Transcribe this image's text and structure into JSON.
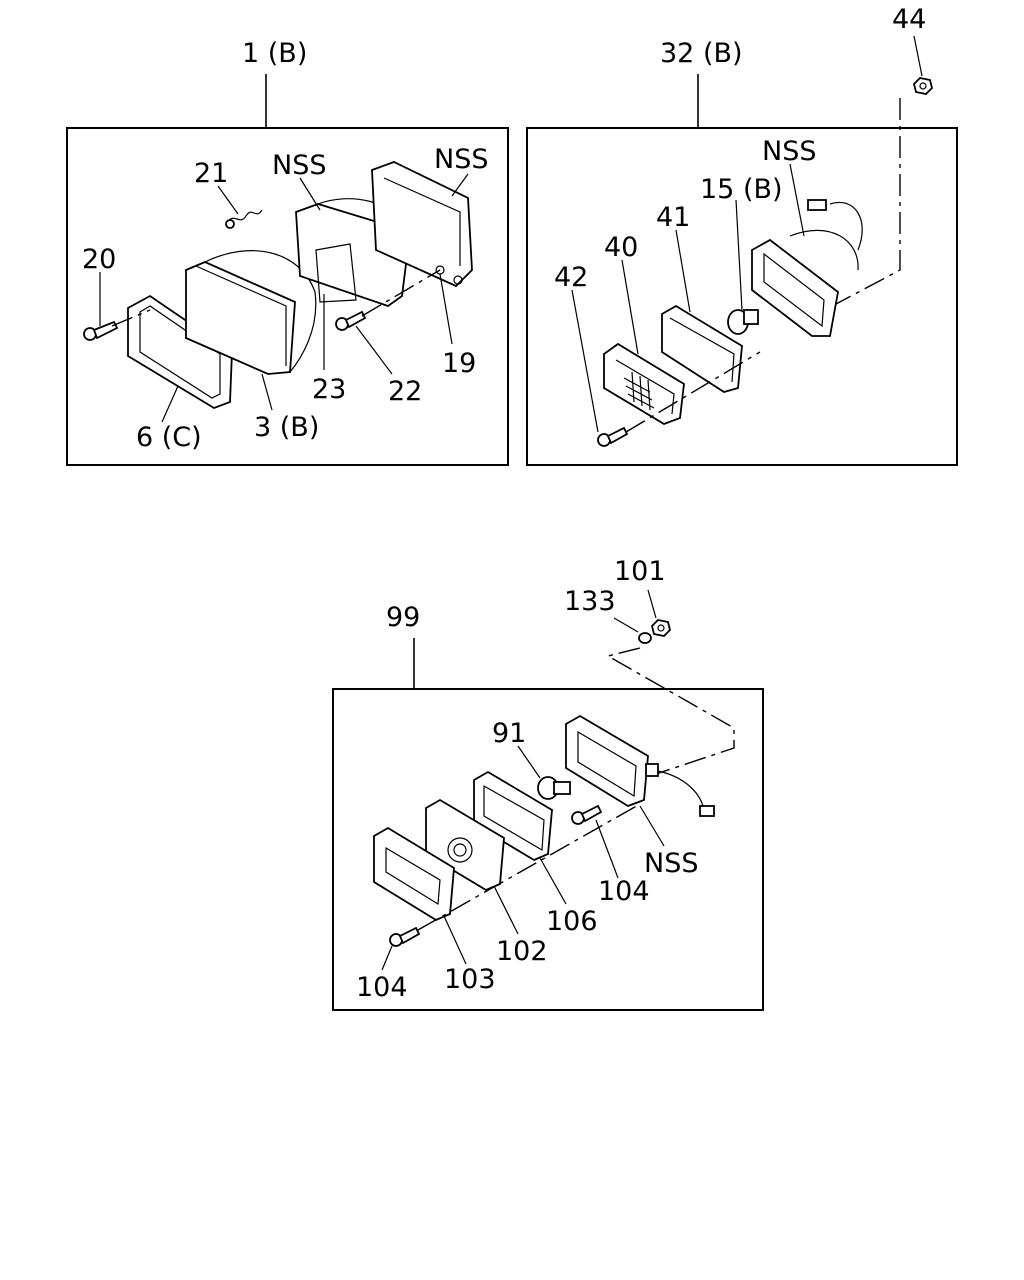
{
  "assemblies": [
    {
      "id": "headlamp",
      "title": "1 (B)",
      "labels": [
        "21",
        "NSS",
        "NSS",
        "20",
        "23",
        "22",
        "19",
        "6 (C)",
        "3 (B)"
      ]
    },
    {
      "id": "side_lamp",
      "title": "32 (B)",
      "outside_label": "44",
      "labels": [
        "NSS",
        "15 (B)",
        "41",
        "40",
        "42"
      ]
    },
    {
      "id": "marker_lamp",
      "title": "99",
      "outside_labels": [
        "101",
        "133"
      ],
      "labels": [
        "91",
        "NSS",
        "104",
        "106",
        "102",
        "104",
        "103"
      ]
    }
  ]
}
